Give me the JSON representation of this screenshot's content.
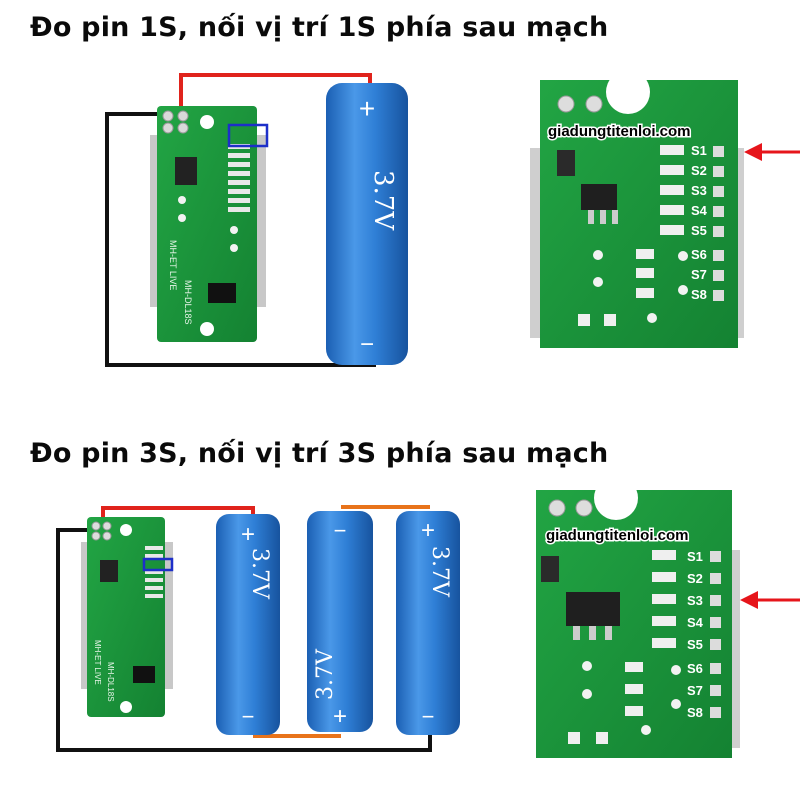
{
  "sections": [
    {
      "heading": "Đo pin 1S, nối vị trí 1S phía sau mạch",
      "board_model": "MH-DL18S",
      "board_label": "MH-ET LIVE",
      "battery_voltage": "3.7V",
      "plus": "+",
      "minus": "−",
      "watermark": "giadungtitenloi.com",
      "pads": [
        "S1",
        "S2",
        "S3",
        "S4",
        "S5",
        "S6",
        "S7",
        "S8"
      ],
      "selected_pad": "S1"
    },
    {
      "heading": "Đo pin 3S, nối vị trí 3S phía sau mạch",
      "board_model": "MH-DL18S",
      "board_label": "MH-ET LIVE",
      "battery_voltage": "3.7V",
      "plus": "+",
      "minus": "−",
      "watermark": "giadungtitenloi.com",
      "pads": [
        "S1",
        "S2",
        "S3",
        "S4",
        "S5",
        "S6",
        "S7",
        "S8"
      ],
      "selected_pad": "S3"
    }
  ],
  "colors": {
    "pcb": "#1e9a3c",
    "pcb_dark": "#137a2c",
    "battery": "#2f7fd6",
    "wire_red": "#e0231c",
    "wire_black": "#111111",
    "wire_orange": "#e8731a",
    "arrow": "#e6151b",
    "highlight": "#1d2fc9"
  }
}
